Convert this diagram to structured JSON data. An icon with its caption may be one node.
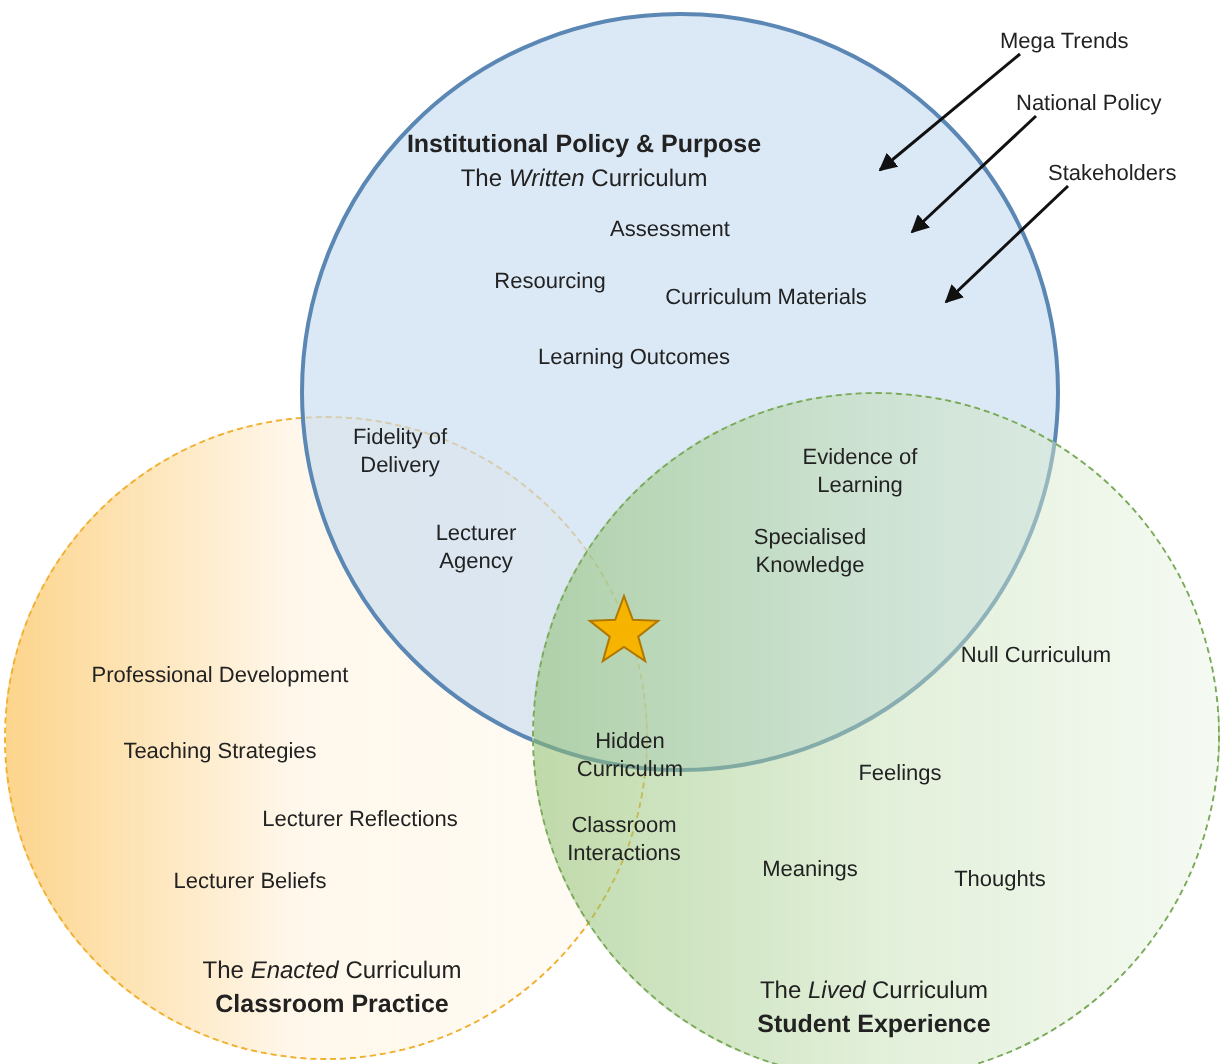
{
  "diagram": {
    "nodes": [
      {
        "text": [
          "Institutional Policy & Purpose",
          "The *Written* Curriculum"
        ]
      },
      {
        "text": [
          "The *Enacted* Curriculum",
          "Classroom Practice"
        ]
      },
      {
        "text": [
          "The *Lived* Curriculum",
          "Student Experience"
        ]
      },
      {
        "text": [
          "Mega Trends"
        ]
      },
      {
        "text": [
          "National Policy"
        ]
      },
      {
        "text": [
          "Stakeholders"
        ]
      }
    ],
    "edges": [
      {
        "from": 3,
        "to": 0,
        "arrow": "to"
      },
      {
        "from": 4,
        "to": 0,
        "arrow": "to"
      },
      {
        "from": 5,
        "to": 0,
        "arrow": "to"
      }
    ],
    "labels": [
      "Assessment",
      "Resourcing",
      "Curriculum Materials",
      "Learning Outcomes",
      "Fidelity of Delivery",
      "Evidence of Learning",
      "Lecturer Agency",
      "Specialised Knowledge",
      "Professional Development",
      "Null Curriculum",
      "Teaching Strategies",
      "Hidden Curriculum",
      "Feelings",
      "Lecturer Reflections",
      "Classroom Interactions",
      "Lecturer Beliefs",
      "Meanings",
      "Thoughts"
    ]
  }
}
